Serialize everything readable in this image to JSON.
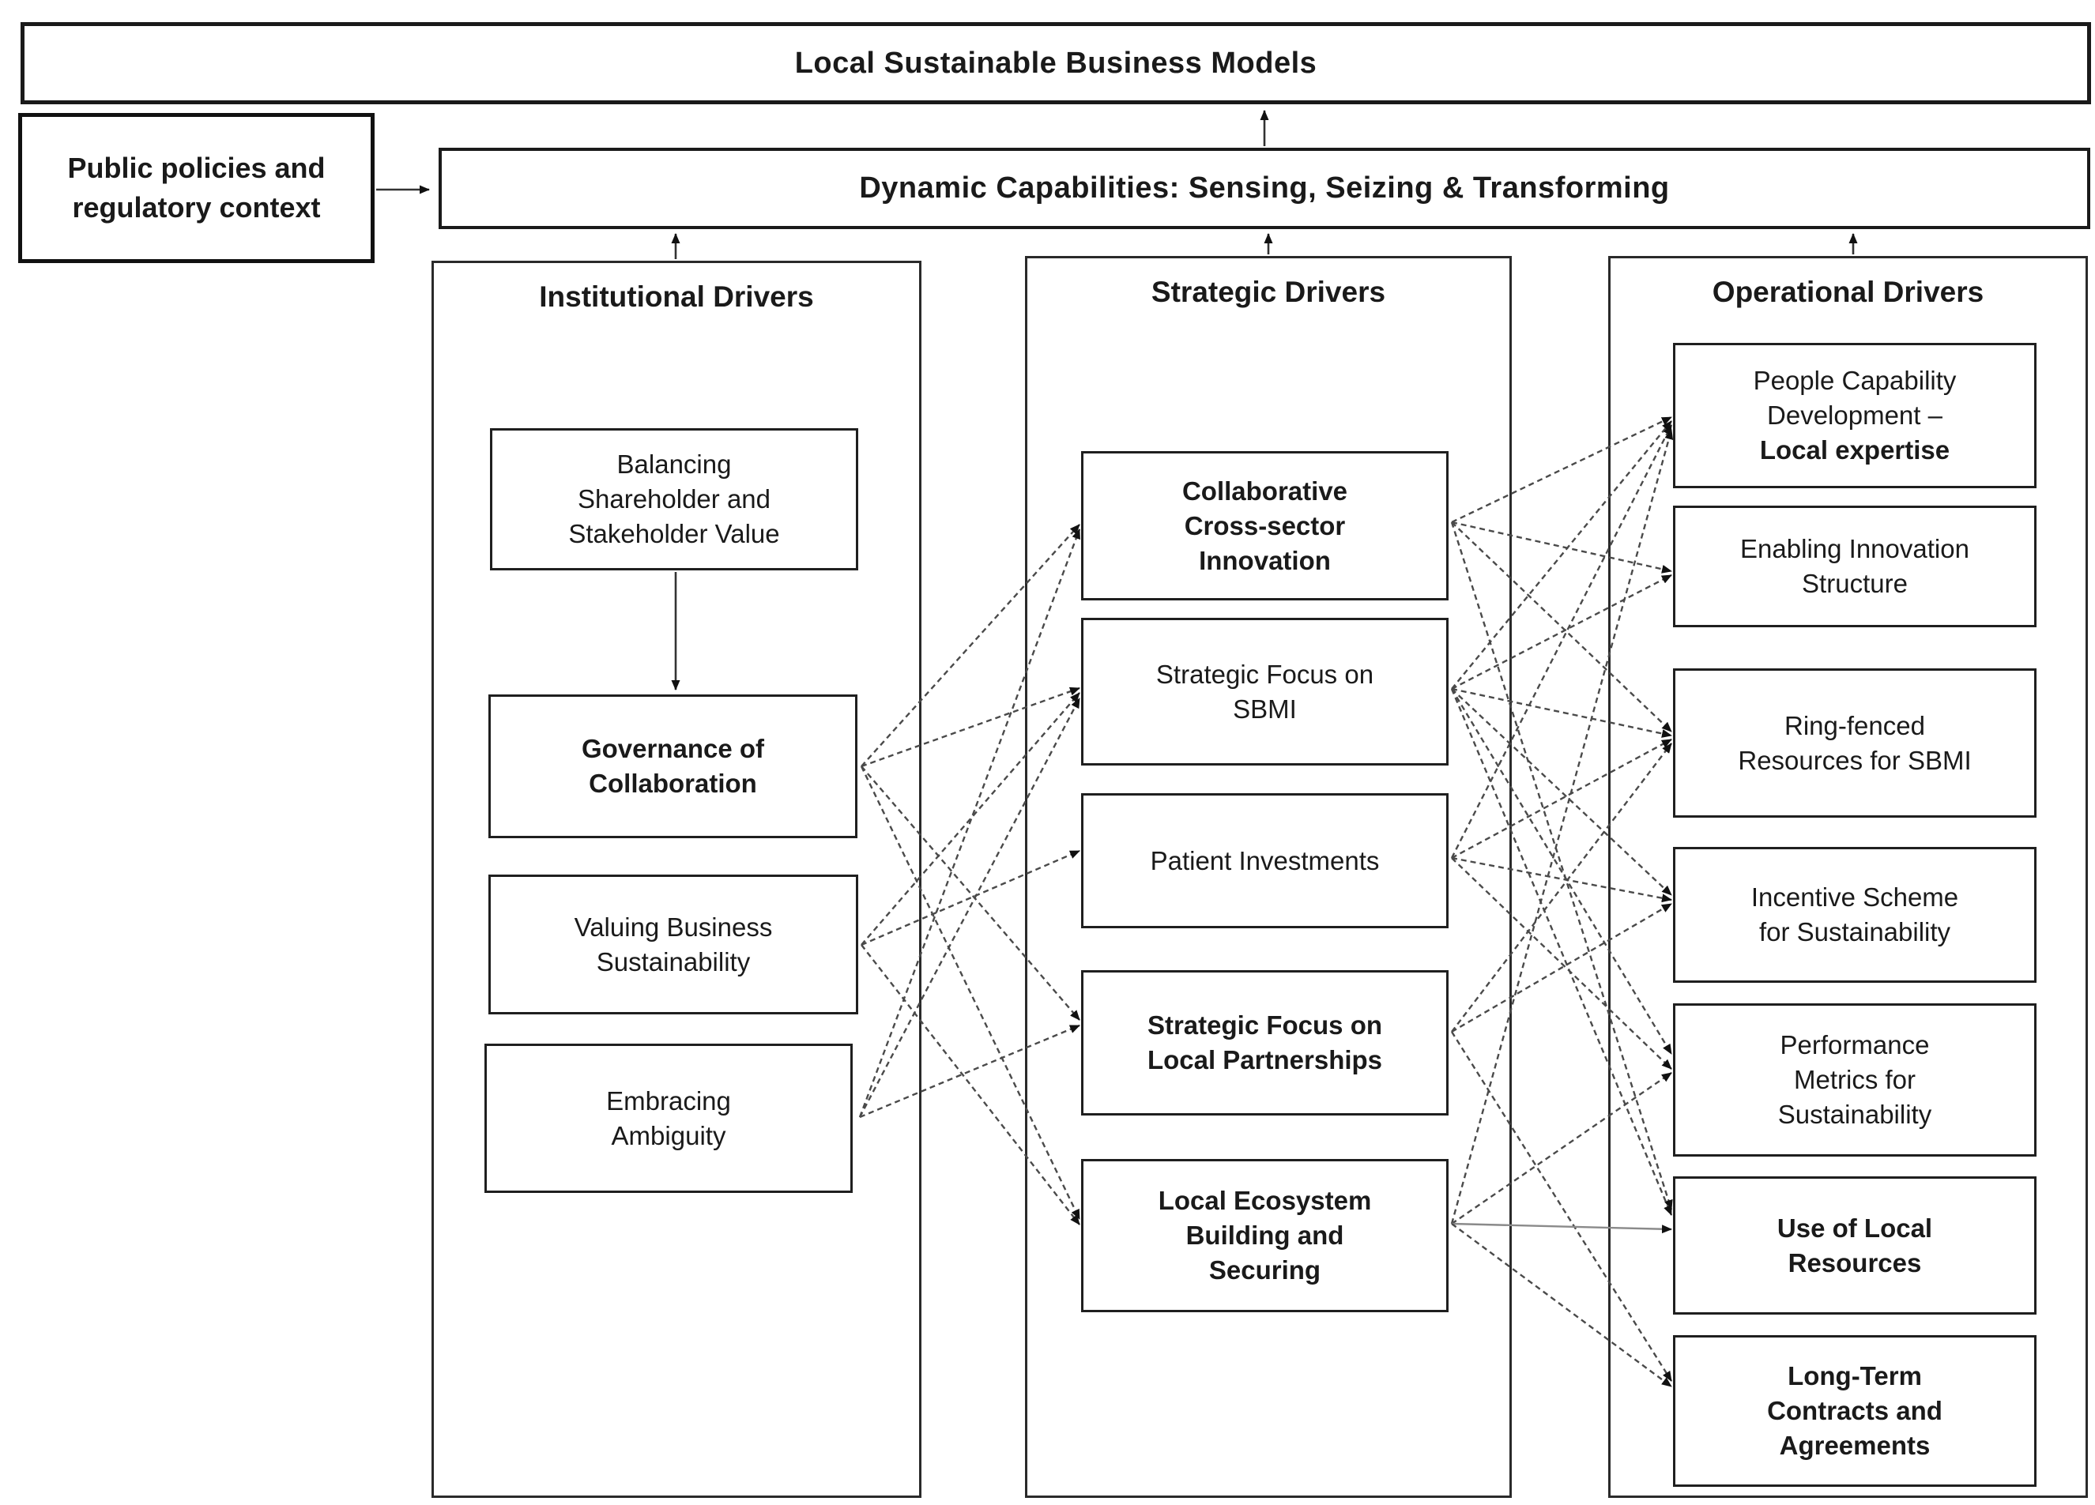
{
  "top_bar": {
    "label": "Local Sustainable Business Models"
  },
  "policy_box": {
    "line1": "Public policies and",
    "line2": "regulatory context"
  },
  "capabilities_bar": {
    "label": "Dynamic Capabilities: Sensing, Seizing & Transforming"
  },
  "columns": {
    "institutional": {
      "title": "Institutional Drivers"
    },
    "strategic": {
      "title": "Strategic Drivers"
    },
    "operational": {
      "title": "Operational Drivers"
    }
  },
  "nodes": {
    "balancing": {
      "column": "institutional",
      "lines": [
        {
          "text": "Balancing",
          "bold": false
        },
        {
          "text": "Shareholder and",
          "bold": false
        },
        {
          "text": "Stakeholder Value",
          "bold": false
        }
      ]
    },
    "governance": {
      "column": "institutional",
      "lines": [
        {
          "text": "Governance of",
          "bold": true
        },
        {
          "text": "Collaboration",
          "bold": true
        }
      ]
    },
    "valuing": {
      "column": "institutional",
      "lines": [
        {
          "text": "Valuing Business",
          "bold": false
        },
        {
          "text": "Sustainability",
          "bold": false
        }
      ]
    },
    "embracing": {
      "column": "institutional",
      "lines": [
        {
          "text": "Embracing",
          "bold": false
        },
        {
          "text": "Ambiguity",
          "bold": false
        }
      ]
    },
    "cci": {
      "column": "strategic",
      "lines": [
        {
          "text": "Collaborative",
          "bold": true
        },
        {
          "text": "Cross-sector",
          "bold": true
        },
        {
          "text": "Innovation",
          "bold": true
        }
      ]
    },
    "sbmi": {
      "column": "strategic",
      "lines": [
        {
          "text": "Strategic Focus on",
          "bold": false
        },
        {
          "text": "SBMI",
          "bold": false
        }
      ]
    },
    "patient": {
      "column": "strategic",
      "lines": [
        {
          "text": "Patient Investments",
          "bold": false
        }
      ]
    },
    "sflp": {
      "column": "strategic",
      "lines": [
        {
          "text": "Strategic Focus on",
          "bold": true
        },
        {
          "text": "Local Partnerships",
          "bold": true
        }
      ]
    },
    "lebs": {
      "column": "strategic",
      "lines": [
        {
          "text": "Local Ecosystem",
          "bold": true
        },
        {
          "text": "Building and",
          "bold": true
        },
        {
          "text": "Securing",
          "bold": true
        }
      ]
    },
    "pcd": {
      "column": "operational",
      "lines": [
        {
          "text": "People Capability",
          "bold": false
        },
        {
          "text": "Development –",
          "bold": false
        },
        {
          "text": "Local expertise",
          "bold": true
        }
      ]
    },
    "eis": {
      "column": "operational",
      "lines": [
        {
          "text": "Enabling Innovation",
          "bold": false
        },
        {
          "text": "Structure",
          "bold": false
        }
      ]
    },
    "rf": {
      "column": "operational",
      "lines": [
        {
          "text": "Ring-fenced",
          "bold": false
        },
        {
          "text": "Resources for SBMI",
          "bold": false
        }
      ]
    },
    "is": {
      "column": "operational",
      "lines": [
        {
          "text": "Incentive Scheme",
          "bold": false
        },
        {
          "text": "for Sustainability",
          "bold": false
        }
      ]
    },
    "pm": {
      "column": "operational",
      "lines": [
        {
          "text": "Performance",
          "bold": false
        },
        {
          "text": "Metrics for",
          "bold": false
        },
        {
          "text": "Sustainability",
          "bold": false
        }
      ]
    },
    "ulr": {
      "column": "operational",
      "lines": [
        {
          "text": "Use of Local",
          "bold": true
        },
        {
          "text": "Resources",
          "bold": true
        }
      ]
    },
    "ltc": {
      "column": "operational",
      "lines": [
        {
          "text": "Long-Term",
          "bold": true
        },
        {
          "text": "Contracts and",
          "bold": true
        },
        {
          "text": "Agreements",
          "bold": true
        }
      ]
    }
  },
  "edges": [
    {
      "from": "governance",
      "to": "cci"
    },
    {
      "from": "governance",
      "to": "sbmi"
    },
    {
      "from": "governance",
      "to": "sflp"
    },
    {
      "from": "governance",
      "to": "lebs"
    },
    {
      "from": "valuing",
      "to": "sbmi"
    },
    {
      "from": "valuing",
      "to": "patient"
    },
    {
      "from": "valuing",
      "to": "lebs"
    },
    {
      "from": "embracing",
      "to": "cci"
    },
    {
      "from": "embracing",
      "to": "sbmi"
    },
    {
      "from": "embracing",
      "to": "sflp"
    },
    {
      "from": "cci",
      "to": "pcd"
    },
    {
      "from": "cci",
      "to": "eis"
    },
    {
      "from": "cci",
      "to": "rf"
    },
    {
      "from": "cci",
      "to": "ulr"
    },
    {
      "from": "sbmi",
      "to": "pcd"
    },
    {
      "from": "sbmi",
      "to": "eis"
    },
    {
      "from": "sbmi",
      "to": "rf"
    },
    {
      "from": "sbmi",
      "to": "is"
    },
    {
      "from": "sbmi",
      "to": "pm"
    },
    {
      "from": "sbmi",
      "to": "ulr"
    },
    {
      "from": "patient",
      "to": "pcd"
    },
    {
      "from": "patient",
      "to": "rf"
    },
    {
      "from": "patient",
      "to": "is"
    },
    {
      "from": "patient",
      "to": "pm"
    },
    {
      "from": "sflp",
      "to": "rf"
    },
    {
      "from": "sflp",
      "to": "is"
    },
    {
      "from": "sflp",
      "to": "ltc"
    },
    {
      "from": "lebs",
      "to": "pcd"
    },
    {
      "from": "lebs",
      "to": "pm"
    },
    {
      "from": "lebs",
      "to": "ulr"
    },
    {
      "from": "lebs",
      "to": "ltc"
    }
  ],
  "structural_arrows": [
    {
      "from": "capabilities_bar",
      "to": "top_bar"
    },
    {
      "from": "policy_box",
      "to": "capabilities_bar"
    },
    {
      "from": "institutional_column",
      "to": "capabilities_bar"
    },
    {
      "from": "strategic_column",
      "to": "capabilities_bar"
    },
    {
      "from": "operational_column",
      "to": "capabilities_bar"
    },
    {
      "from": "balancing",
      "to": "governance"
    }
  ],
  "colors": {
    "background": "#ffffff",
    "border": "#1a1a1a",
    "edge": "#4a4a4a",
    "edge_light": "#8a8a8a",
    "text": "#1a1a1a"
  }
}
